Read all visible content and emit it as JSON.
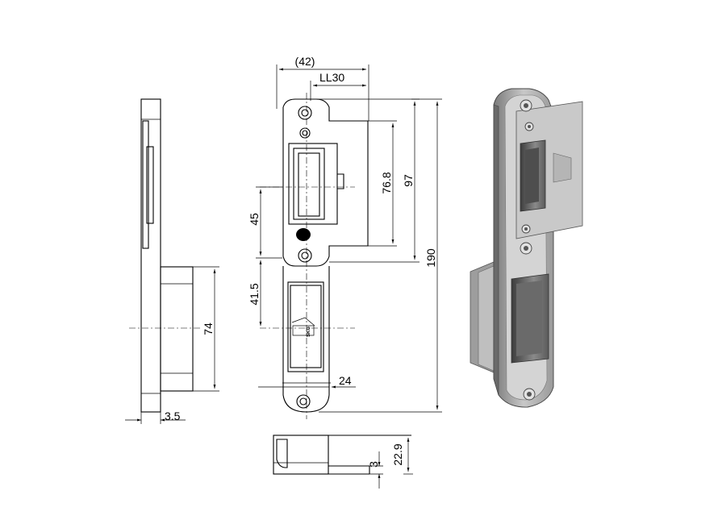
{
  "dimensions": {
    "width_42": "(42)",
    "ll30": "LL30",
    "d768": "76.8",
    "d97": "97",
    "d190": "190",
    "d45": "45",
    "d415": "41.5",
    "d74": "74",
    "d24": "24",
    "d35": "3.5",
    "d3": "3",
    "d229": "22.9"
  },
  "logo_text": "SKG",
  "colors": {
    "line": "#000000",
    "metal_light": "#d9d9d9",
    "metal_mid": "#a8a8a8",
    "metal_dark": "#5a5a5a"
  }
}
